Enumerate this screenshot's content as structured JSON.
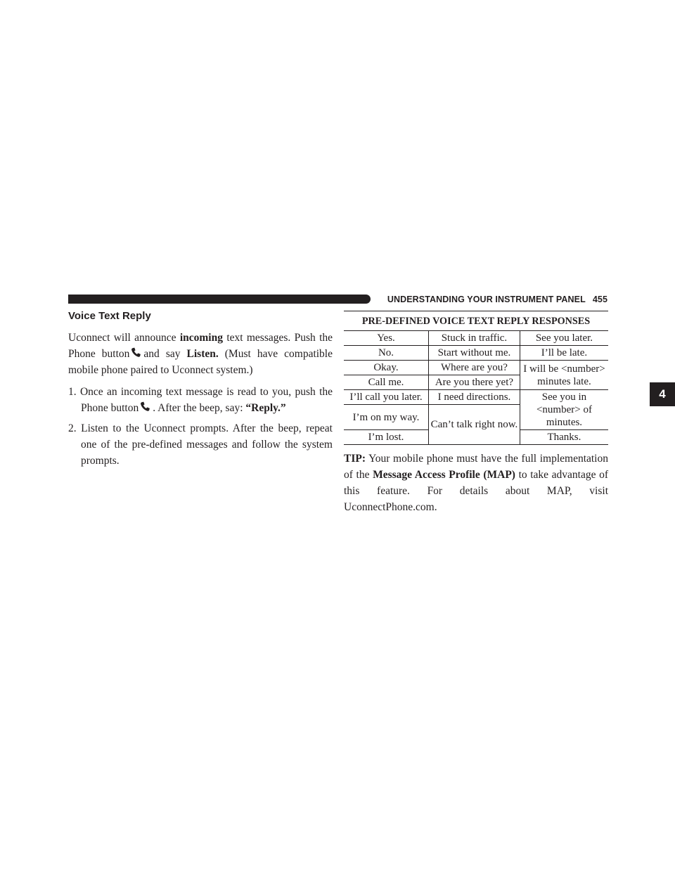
{
  "header": {
    "running_head": "UNDERSTANDING YOUR INSTRUMENT PANEL",
    "page_number": "455",
    "chapter_tab": "4"
  },
  "section": {
    "title": "Voice Text Reply",
    "intro": {
      "part1": "Uconnect will announce ",
      "bold1": "incoming",
      "part2": " text messages. Push the Phone button",
      "part3": "and say ",
      "bold2": "Listen.",
      "part4": " (Must have compatible mobile phone paired to Uconnect system.)"
    },
    "steps": [
      {
        "number": "1.",
        "part1": "Once an incoming text message is read to you, push the Phone button",
        "part2": ". After the beep, say: ",
        "bold": "“Reply.”"
      },
      {
        "number": "2.",
        "text": "Listen to the Uconnect prompts. After the beep, repeat one of the pre-defined messages and follow the system prompts."
      }
    ]
  },
  "table": {
    "title": "PRE-DEFINED VOICE TEXT REPLY RESPONSES",
    "cells": {
      "yes": "Yes.",
      "stuck": "Stuck in traffic.",
      "see_later": "See you later.",
      "no": "No.",
      "start_without": "Start without me.",
      "late": "I’ll be late.",
      "okay": "Okay.",
      "where": "Where are you?",
      "minutes_late": "I will be <number> minutes late.",
      "call_me": "Call me.",
      "there_yet": "Are you there yet?",
      "call_later": "I’ll call you later.",
      "directions": "I need directions.",
      "see_in": "See you in <number> of minutes.",
      "on_way": "I’m on my way.",
      "cant_talk": "Can’t talk right now.",
      "lost": "I’m lost.",
      "thanks": "Thanks."
    }
  },
  "tip": {
    "label": "TIP:",
    "part1": " Your mobile phone must have the full implementation of the ",
    "bold": "Message Access Profile (MAP)",
    "part2": " to take advantage of this feature. For details about MAP, visit UconnectPhone.com."
  },
  "icons": {
    "phone": "phone-icon"
  }
}
